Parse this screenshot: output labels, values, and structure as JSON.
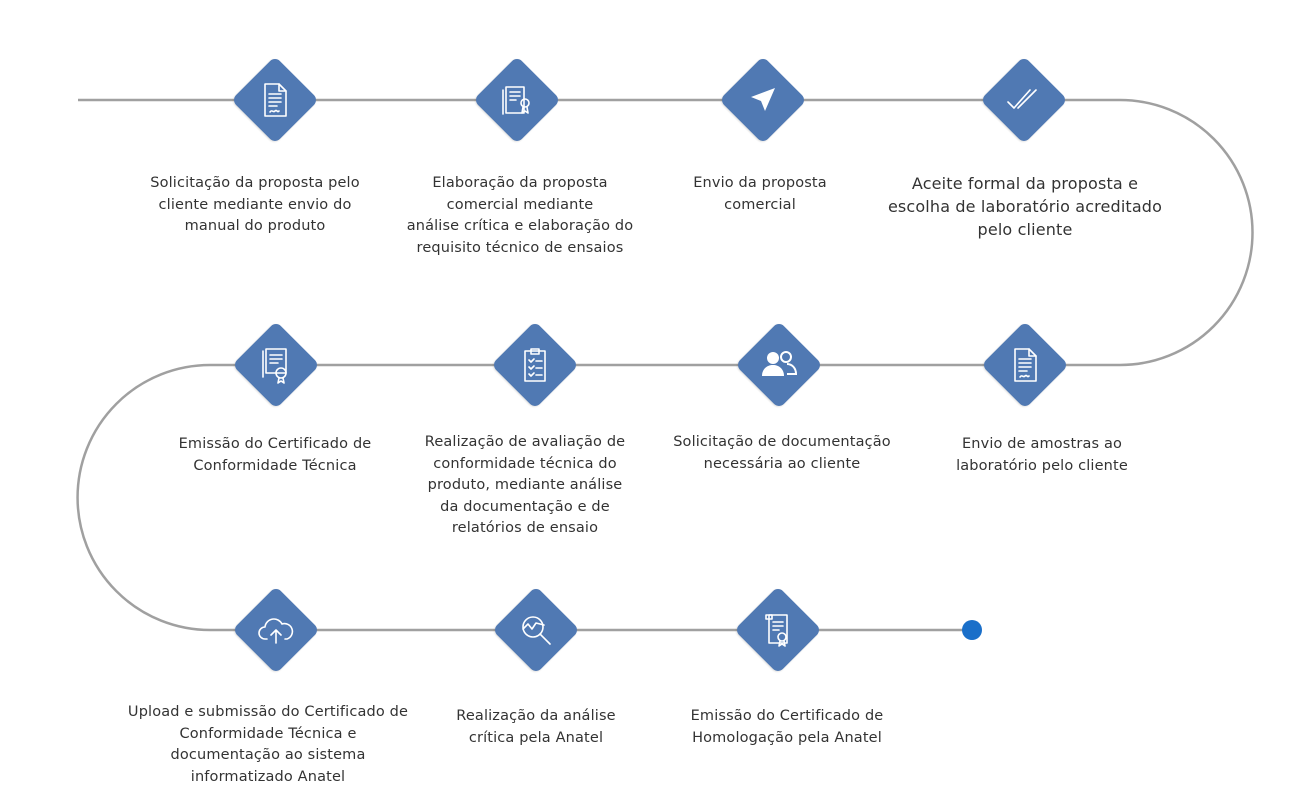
{
  "colors": {
    "node_fill": "#5079b3",
    "icon_stroke": "#ffffff",
    "path_stroke": "#a0a0a0",
    "end_dot": "#1a6fc9"
  },
  "steps": [
    {
      "icon": "document-signature-icon",
      "lines": [
        "Solicitação da proposta pelo",
        "cliente mediante envio do",
        "manual do produto"
      ]
    },
    {
      "icon": "certificate-review-icon",
      "lines": [
        "Elaboração da proposta",
        "comercial mediante",
        "análise crítica e elaboração do",
        "requisito técnico de ensaios"
      ]
    },
    {
      "icon": "paper-plane-icon",
      "lines": [
        "Envio da proposta",
        "comercial"
      ]
    },
    {
      "icon": "double-check-icon",
      "lines": [
        "Aceite formal da proposta e",
        "escolha de laboratório acreditado",
        "pelo cliente"
      ]
    },
    {
      "icon": "document-signature-icon",
      "lines": [
        "Envio de amostras ao",
        "laboratório pelo cliente"
      ]
    },
    {
      "icon": "users-icon",
      "lines": [
        "Solicitação de documentação",
        "necessária ao cliente"
      ]
    },
    {
      "icon": "clipboard-checklist-icon",
      "lines": [
        "Realização de avaliação de",
        "conformidade técnica do",
        "produto, mediante análise",
        "da documentação e de",
        "relatórios de ensaio"
      ]
    },
    {
      "icon": "certificate-seal-icon",
      "lines": [
        "Emissão do Certificado de",
        "Conformidade Técnica"
      ]
    },
    {
      "icon": "cloud-upload-icon",
      "lines": [
        "Upload e submissão do Certificado de",
        "Conformidade Técnica e",
        "documentação ao sistema",
        "informatizado Anatel"
      ]
    },
    {
      "icon": "magnifier-chart-icon",
      "lines": [
        "Realização da análise",
        "crítica pela Anatel"
      ]
    },
    {
      "icon": "certificate-scroll-icon",
      "lines": [
        "Emissão do Certificado de",
        "Homologação pela Anatel"
      ]
    }
  ]
}
